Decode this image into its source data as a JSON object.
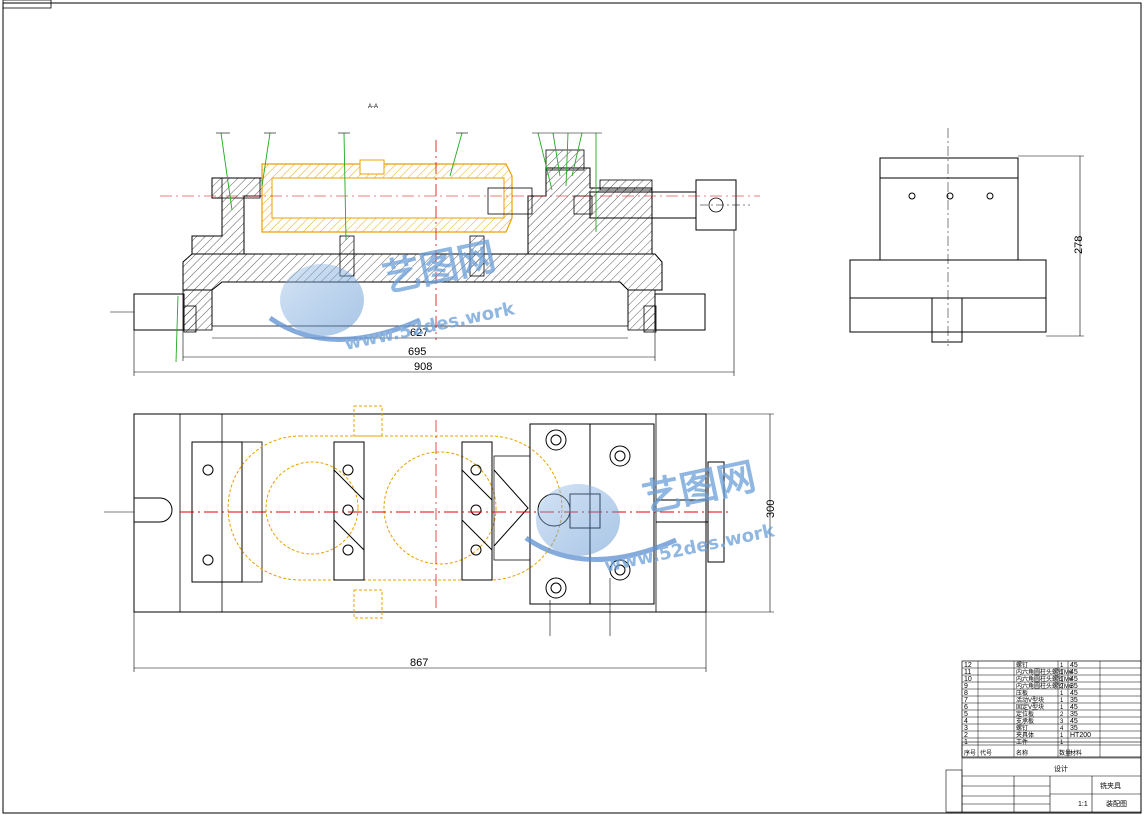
{
  "drawing": {
    "note_label": "A-A",
    "dimensions": {
      "inner_length": "627",
      "mid_length": "695",
      "overall_length": "908",
      "side_height": "278",
      "plan_width": "300",
      "plan_length": "867"
    }
  },
  "watermark": {
    "brand": "艺图网",
    "site": "www.52des.work"
  },
  "bom": {
    "rows": [
      {
        "no": "12",
        "name": "螺钉",
        "qty": "1",
        "material": "45"
      },
      {
        "no": "11",
        "name": "内六角圆柱头螺钉M6",
        "qty": "1",
        "material": "45"
      },
      {
        "no": "10",
        "name": "内六角圆柱头螺钉M6",
        "qty": "1",
        "material": "45"
      },
      {
        "no": "9",
        "name": "内六角圆柱头螺钉M6",
        "qty": "2",
        "material": "35"
      },
      {
        "no": "8",
        "name": "压板",
        "qty": "1",
        "material": "45"
      },
      {
        "no": "7",
        "name": "活动V型块",
        "qty": "1",
        "material": "35"
      },
      {
        "no": "6",
        "name": "固定V型块",
        "qty": "1",
        "material": "45"
      },
      {
        "no": "5",
        "name": "定位板",
        "qty": "2",
        "material": "35"
      },
      {
        "no": "4",
        "name": "支承板",
        "qty": "3",
        "material": "45"
      },
      {
        "no": "3",
        "name": "螺钉",
        "qty": "4",
        "material": "35"
      },
      {
        "no": "2",
        "name": "夹具体",
        "qty": "1",
        "material": "HT200"
      },
      {
        "no": "1",
        "name": "工件",
        "qty": "1",
        "material": ""
      }
    ],
    "header": {
      "no": "序号",
      "code": "代号",
      "name": "名称",
      "qty": "数量",
      "material": "材料"
    }
  },
  "title_block": {
    "drawing_name": "铣夹具",
    "scale": "1:1",
    "sheet_label": "装配图",
    "design_label": "设计"
  }
}
